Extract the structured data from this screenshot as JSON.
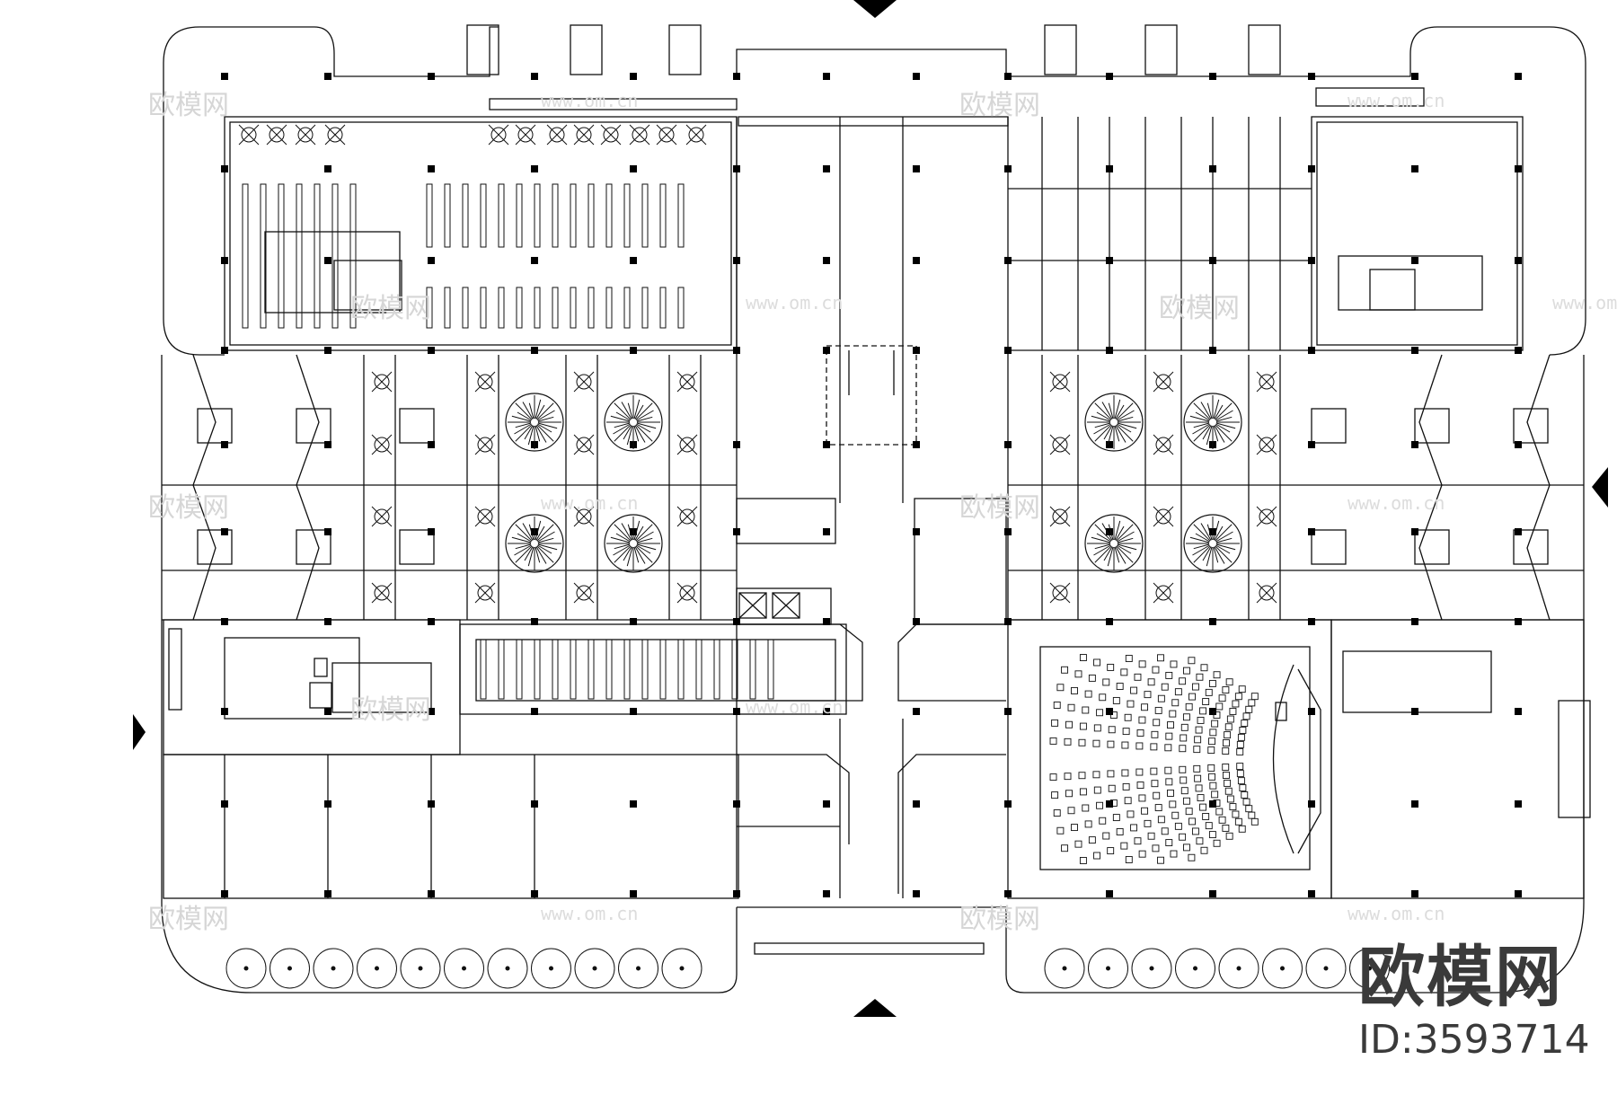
{
  "drawing": {
    "type": "architectural floor plan",
    "line_color": "#111111",
    "background_color": "#ffffff",
    "column_marker": "filled-square",
    "north_arrow_markers": [
      "top",
      "bottom",
      "left",
      "right"
    ]
  },
  "watermarks": {
    "logo_text": "欧模网",
    "url_text": "www.om.cn",
    "color": "#d6d6d6"
  },
  "brand": {
    "logo": "欧模网",
    "id_label": "ID:3593714"
  }
}
